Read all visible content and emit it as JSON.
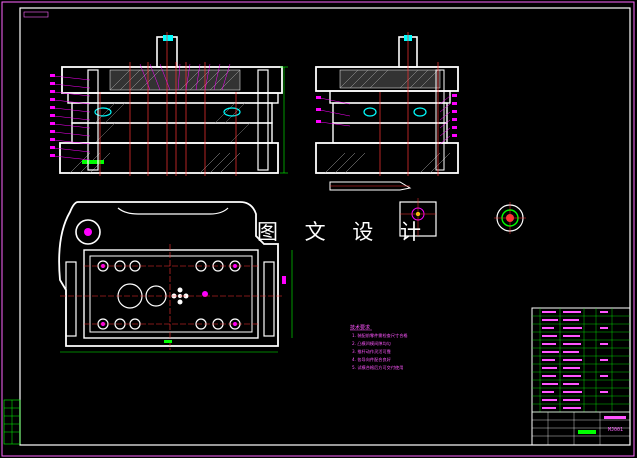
{
  "watermark": "图 文 设 计",
  "technical_requirements": {
    "title": "技术要求",
    "notes": [
      "1. 装配前零件需检查尺寸合格",
      "2. 凸模凹模间隙均匀",
      "3. 推杆动作灵活可靠",
      "4. 各导向件配合良好",
      "5. 试模合格后方可交付使用"
    ]
  },
  "title_block": {
    "code": "MJ001"
  },
  "colors": {
    "background": "#000000",
    "outline": "#ffffff",
    "dimension": "#00ff00",
    "centerline": "#ff3333",
    "annotation": "#ff00ff",
    "accent": "#00ffff"
  }
}
